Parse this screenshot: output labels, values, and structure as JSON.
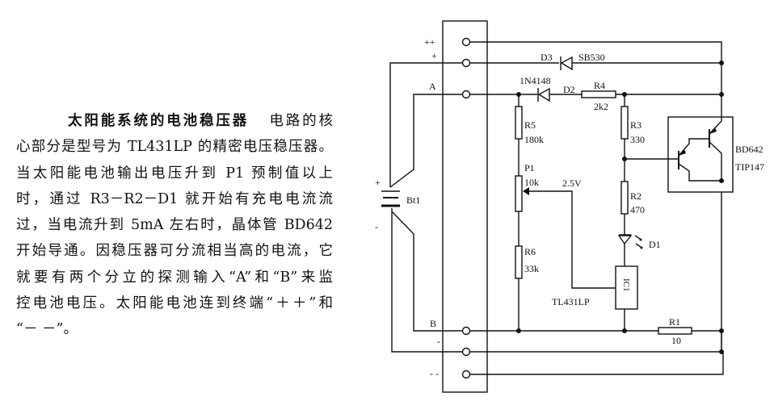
{
  "description": {
    "title": "太阳能系统的电池稳压器",
    "lines": [
      "电路的核",
      "心部分是型号为 TL431LP 的精密电压稳压器。",
      "当太阳能电池输出电压升到 P1 预制值以上",
      "时，通过 R3－R2－D1 就开始有充电电流流",
      "过，当电流升到 5mA 左右时，晶体管 BD642",
      "开始导通。因稳压器可分流相当高的电流，它",
      "就要有两个分立的探测输入“A”和“B”来监",
      "控电池电压。太阳能电池连到终端“＋＋”和",
      "“－ －”。"
    ]
  },
  "circuit": {
    "terminals": {
      "pp": "++",
      "p": "+",
      "a": "A",
      "b": "B",
      "m": "-",
      "mm": "- -"
    },
    "battery": {
      "label": "Bt1",
      "plus": "+",
      "minus": "-"
    },
    "d3": {
      "label": "D3",
      "part": "SB530"
    },
    "d2": {
      "label": "D2",
      "part": "1N4148"
    },
    "r4": {
      "label": "R4",
      "value": "2k2"
    },
    "r5": {
      "label": "R5",
      "value": "180k"
    },
    "p1": {
      "label": "P1",
      "value": "10k",
      "voltage": "2.5V"
    },
    "r6": {
      "label": "R6",
      "value": "33k"
    },
    "r3": {
      "label": "R3",
      "value": "330"
    },
    "r2": {
      "label": "R2",
      "value": "470"
    },
    "d1": {
      "label": "D1"
    },
    "ic": {
      "label": "TL431LP",
      "mark": "IC1"
    },
    "r1": {
      "label": "R1",
      "value": "10"
    },
    "transistor": {
      "part1": "BD642",
      "part2": "TIP147"
    }
  }
}
